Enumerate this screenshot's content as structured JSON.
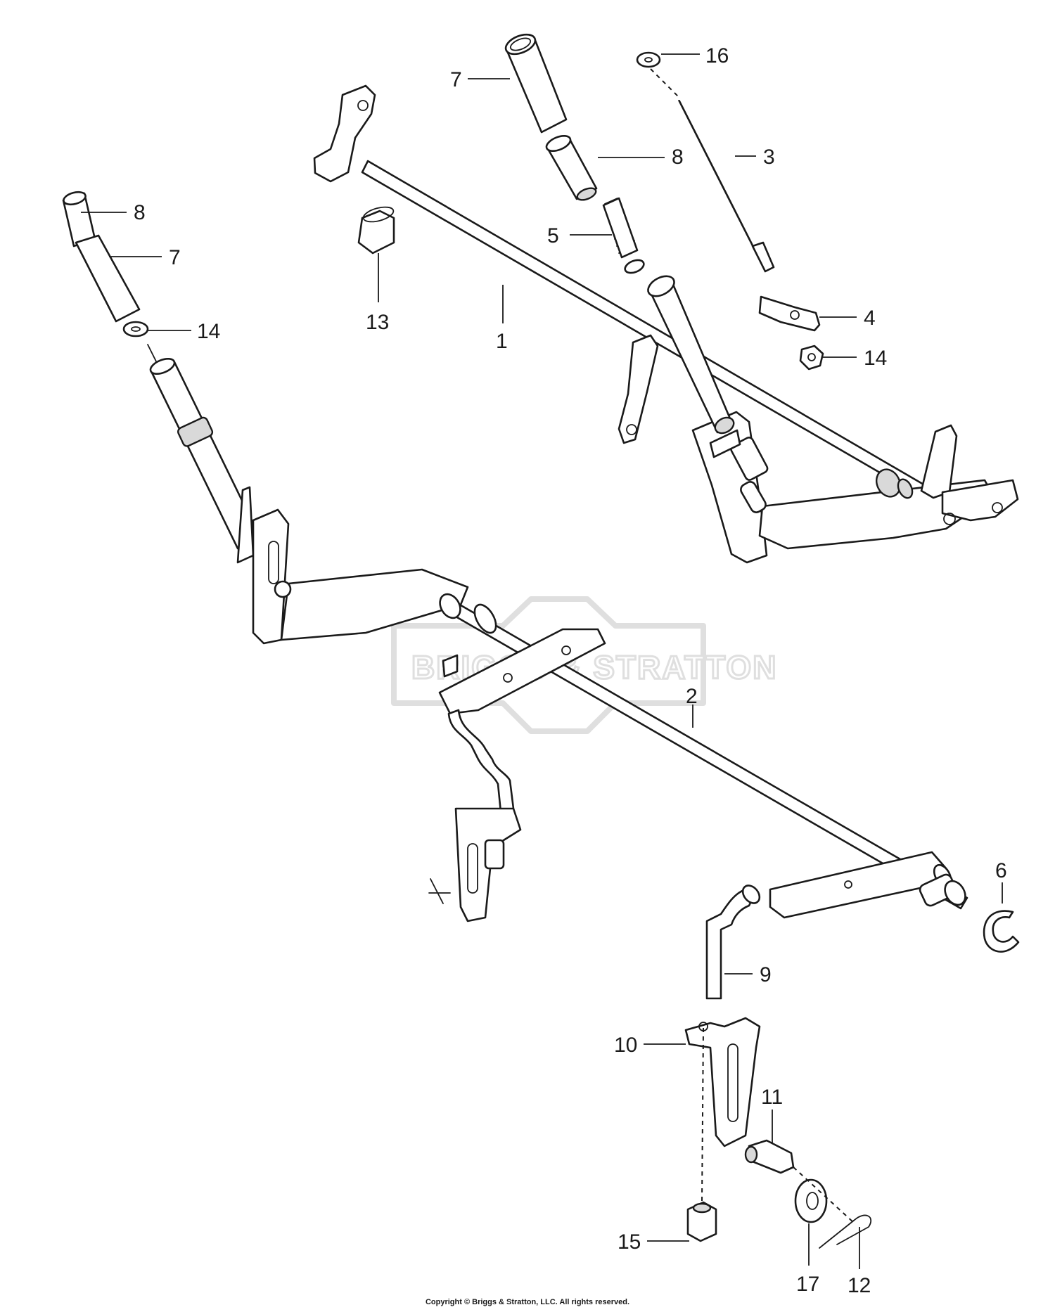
{
  "watermark": {
    "text": "BRIGGS & STRATTON"
  },
  "callouts": [
    {
      "id": "c1",
      "label": "1"
    },
    {
      "id": "c2",
      "label": "2"
    },
    {
      "id": "c3",
      "label": "3"
    },
    {
      "id": "c4",
      "label": "4"
    },
    {
      "id": "c5",
      "label": "5"
    },
    {
      "id": "c6",
      "label": "6"
    },
    {
      "id": "c7a",
      "label": "7"
    },
    {
      "id": "c7b",
      "label": "7"
    },
    {
      "id": "c8a",
      "label": "8"
    },
    {
      "id": "c8b",
      "label": "8"
    },
    {
      "id": "c9",
      "label": "9"
    },
    {
      "id": "c10",
      "label": "10"
    },
    {
      "id": "c11",
      "label": "11"
    },
    {
      "id": "c12",
      "label": "12"
    },
    {
      "id": "c13",
      "label": "13"
    },
    {
      "id": "c14a",
      "label": "14"
    },
    {
      "id": "c14b",
      "label": "14"
    },
    {
      "id": "c15",
      "label": "15"
    },
    {
      "id": "c16",
      "label": "16"
    },
    {
      "id": "c17",
      "label": "17"
    }
  ],
  "footer": {
    "copyright": "Copyright © Briggs & Stratton, LLC. All rights reserved."
  }
}
